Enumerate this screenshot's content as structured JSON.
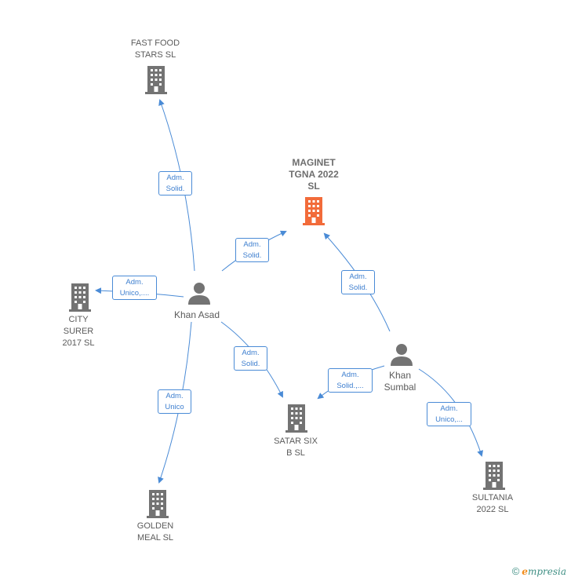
{
  "colors": {
    "edge": "#4a8bd6",
    "company": "#737373",
    "focus_company": "#f26b3a",
    "person": "#737373"
  },
  "nodes": {
    "fast_food": {
      "line1": "FAST FOOD",
      "line2": "STARS  SL"
    },
    "maginet": {
      "line1": "MAGINET",
      "line2": "TGNA 2022",
      "line3": "SL"
    },
    "city_surer": {
      "line1": "CITY",
      "line2": "SURER",
      "line3": "2017  SL"
    },
    "khan_asad": {
      "label": "Khan Asad"
    },
    "khan_sumbal": {
      "line1": "Khan",
      "line2": "Sumbal"
    },
    "satar_six": {
      "line1": "SATAR SIX",
      "line2": "B  SL"
    },
    "golden_meal": {
      "line1": "GOLDEN",
      "line2": "MEAL  SL"
    },
    "sultania": {
      "line1": "SULTANIA",
      "line2": "2022  SL"
    }
  },
  "edges": {
    "asad_fastfood": {
      "line1": "Adm.",
      "line2": "Solid."
    },
    "asad_maginet": {
      "line1": "Adm.",
      "line2": "Solid."
    },
    "asad_city": {
      "line1": "Adm.",
      "line2": "Unico,...."
    },
    "asad_satar": {
      "line1": "Adm.",
      "line2": "Solid."
    },
    "asad_golden": {
      "line1": "Adm.",
      "line2": "Unico"
    },
    "sumbal_maginet": {
      "line1": "Adm.",
      "line2": "Solid."
    },
    "sumbal_satar": {
      "line1": "Adm.",
      "line2": "Solid.,..."
    },
    "sumbal_sultania": {
      "line1": "Adm.",
      "line2": "Unico,..."
    }
  },
  "footer": {
    "copyright": "©",
    "brand_initial": "e",
    "brand_rest": "mpresia"
  }
}
